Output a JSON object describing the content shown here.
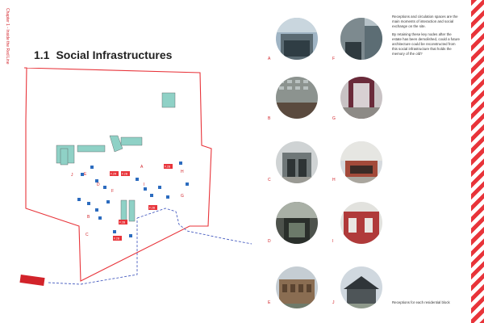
{
  "page": {
    "chapter_label": "Chapter 1 - Inside the Red Line",
    "section_number": "1.1",
    "section_title": "Social Infrastructures"
  },
  "text": {
    "paragraph_1": "Receptions and circulation spaces are the main moments of interaction and social exchange on the site.",
    "paragraph_2": "By retaining these key nodes after the estate has been demolished, could a future architecture could be reconstructed from this social infrastructure that holds the memory of the old?",
    "caption": "Receptions for each residential block"
  },
  "map": {
    "point_labels": [
      "A",
      "B",
      "C",
      "D",
      "E",
      "F",
      "G",
      "H",
      "I",
      "J"
    ],
    "tags": [
      "F.2R",
      "F.2B",
      "F.2B",
      "F.2B",
      "F.2B",
      "F.2B"
    ],
    "boundary_color": "#e8343a",
    "route_color": "#4a5fc1"
  },
  "photos": [
    {
      "letter": "A",
      "column": 1
    },
    {
      "letter": "B",
      "column": 1
    },
    {
      "letter": "C",
      "column": 1
    },
    {
      "letter": "D",
      "column": 1
    },
    {
      "letter": "E",
      "column": 1
    },
    {
      "letter": "F",
      "column": 2
    },
    {
      "letter": "G",
      "column": 2
    },
    {
      "letter": "H",
      "column": 2
    },
    {
      "letter": "I",
      "column": 2
    },
    {
      "letter": "J",
      "column": 2
    }
  ],
  "colors": {
    "accent": "#d2232a",
    "building_fill": "#8fd1c6",
    "stripe": "#e8343a"
  }
}
